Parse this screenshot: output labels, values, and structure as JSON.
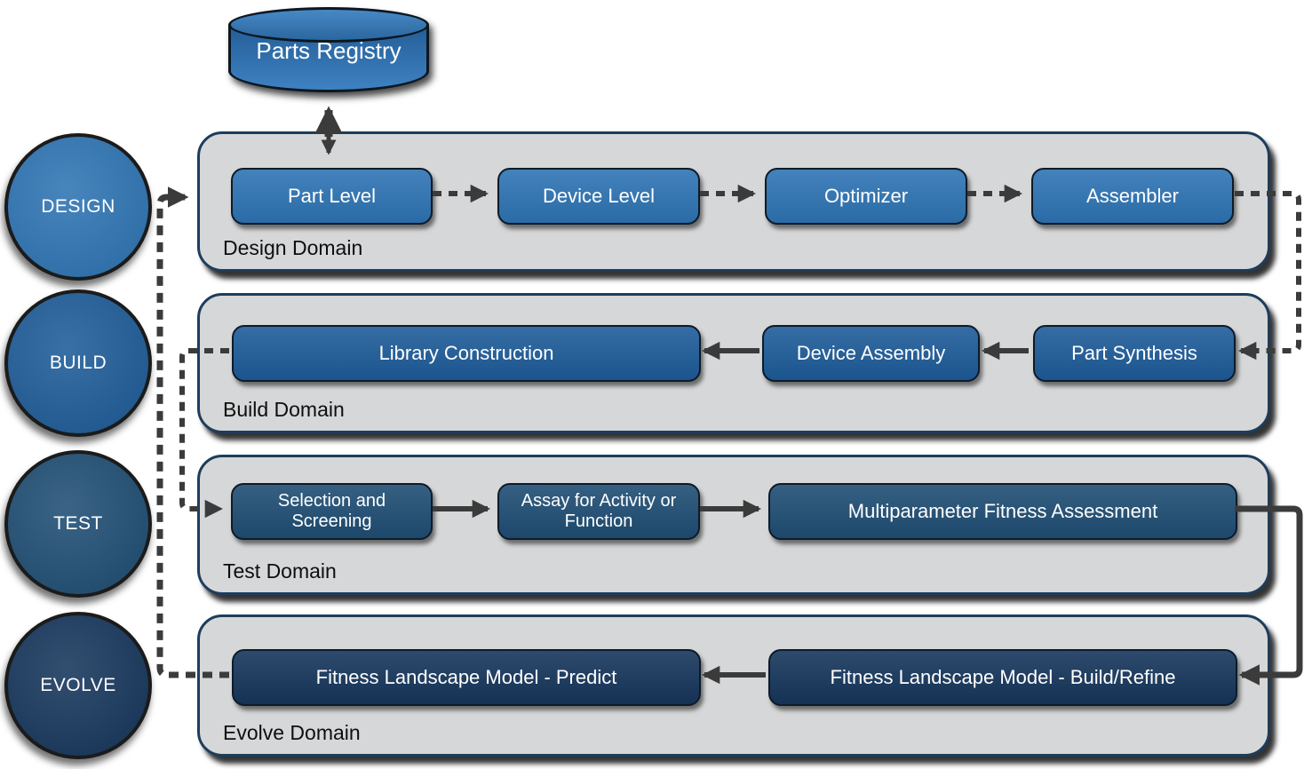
{
  "registry": {
    "label": "Parts Registry"
  },
  "cycle_nodes": [
    {
      "label": "DESIGN"
    },
    {
      "label": "BUILD"
    },
    {
      "label": "TEST"
    },
    {
      "label": "EVOLVE"
    }
  ],
  "domains": [
    {
      "label": "Design Domain",
      "boxes": [
        {
          "label": "Part Level"
        },
        {
          "label": "Device Level"
        },
        {
          "label": "Optimizer"
        },
        {
          "label": "Assembler"
        }
      ]
    },
    {
      "label": "Build Domain",
      "boxes": [
        {
          "label": "Library Construction"
        },
        {
          "label": "Device Assembly"
        },
        {
          "label": "Part Synthesis"
        }
      ]
    },
    {
      "label": "Test Domain",
      "boxes": [
        {
          "label": "Selection and Screening"
        },
        {
          "label": "Assay for Activity or Function"
        },
        {
          "label": "Multiparameter Fitness Assessment"
        }
      ]
    },
    {
      "label": "Evolve Domain",
      "boxes": [
        {
          "label": "Fitness Landscape Model - Predict"
        },
        {
          "label": "Fitness Landscape Model - Build/Refine"
        }
      ]
    }
  ],
  "edges": [
    {
      "from": "Part Level",
      "to": "Parts Registry",
      "style": "solid",
      "bidirectional_pair": "dashed return arrow"
    },
    {
      "from": "Parts Registry",
      "to": "Part Level",
      "style": "dashed"
    },
    {
      "from": "DESIGN / feedback rail",
      "to": "Design Domain",
      "style": "dashed"
    },
    {
      "from": "Part Level",
      "to": "Device Level",
      "style": "dashed"
    },
    {
      "from": "Device Level",
      "to": "Optimizer",
      "style": "dashed"
    },
    {
      "from": "Optimizer",
      "to": "Assembler",
      "style": "dashed"
    },
    {
      "from": "Assembler",
      "to": "Part Synthesis",
      "style": "dashed"
    },
    {
      "from": "Part Synthesis",
      "to": "Device Assembly",
      "style": "solid"
    },
    {
      "from": "Device Assembly",
      "to": "Library Construction",
      "style": "solid"
    },
    {
      "from": "Library Construction",
      "to": "Selection and Screening",
      "style": "dashed"
    },
    {
      "from": "Selection and Screening",
      "to": "Assay for Activity or Function",
      "style": "solid"
    },
    {
      "from": "Assay for Activity or Function",
      "to": "Multiparameter Fitness Assessment",
      "style": "solid"
    },
    {
      "from": "Multiparameter Fitness Assessment",
      "to": "Fitness Landscape Model - Build/Refine",
      "style": "solid"
    },
    {
      "from": "Fitness Landscape Model - Build/Refine",
      "to": "Fitness Landscape Model - Predict",
      "style": "solid"
    },
    {
      "from": "Fitness Landscape Model - Predict",
      "to": "Design Domain entry",
      "style": "dashed"
    }
  ],
  "colors": {
    "design": "#2e74b4",
    "build": "#1e5c99",
    "test": "#1f4e74",
    "evolve": "#16365c",
    "domain_fill": "#d6d7d8",
    "domain_border": "#1d3d5c",
    "connector": "#3b3b3b"
  }
}
